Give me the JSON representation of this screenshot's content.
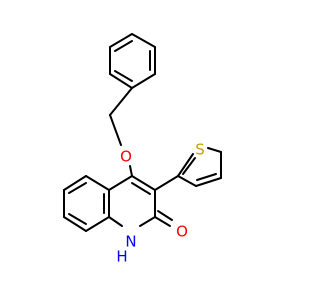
{
  "molecule": {
    "atoms": {
      "oxygen_ether": {
        "label": "O",
        "color": "#ff0000"
      },
      "sulfur": {
        "label": "S",
        "color": "#c8a000"
      },
      "nitrogen_hydrogen": {
        "label": "H",
        "color": "#0000ff"
      },
      "nitrogen": {
        "label": "N",
        "color": "#0000ff"
      },
      "oxygen_carbonyl": {
        "label": "O",
        "color": "#ff0000"
      }
    }
  }
}
